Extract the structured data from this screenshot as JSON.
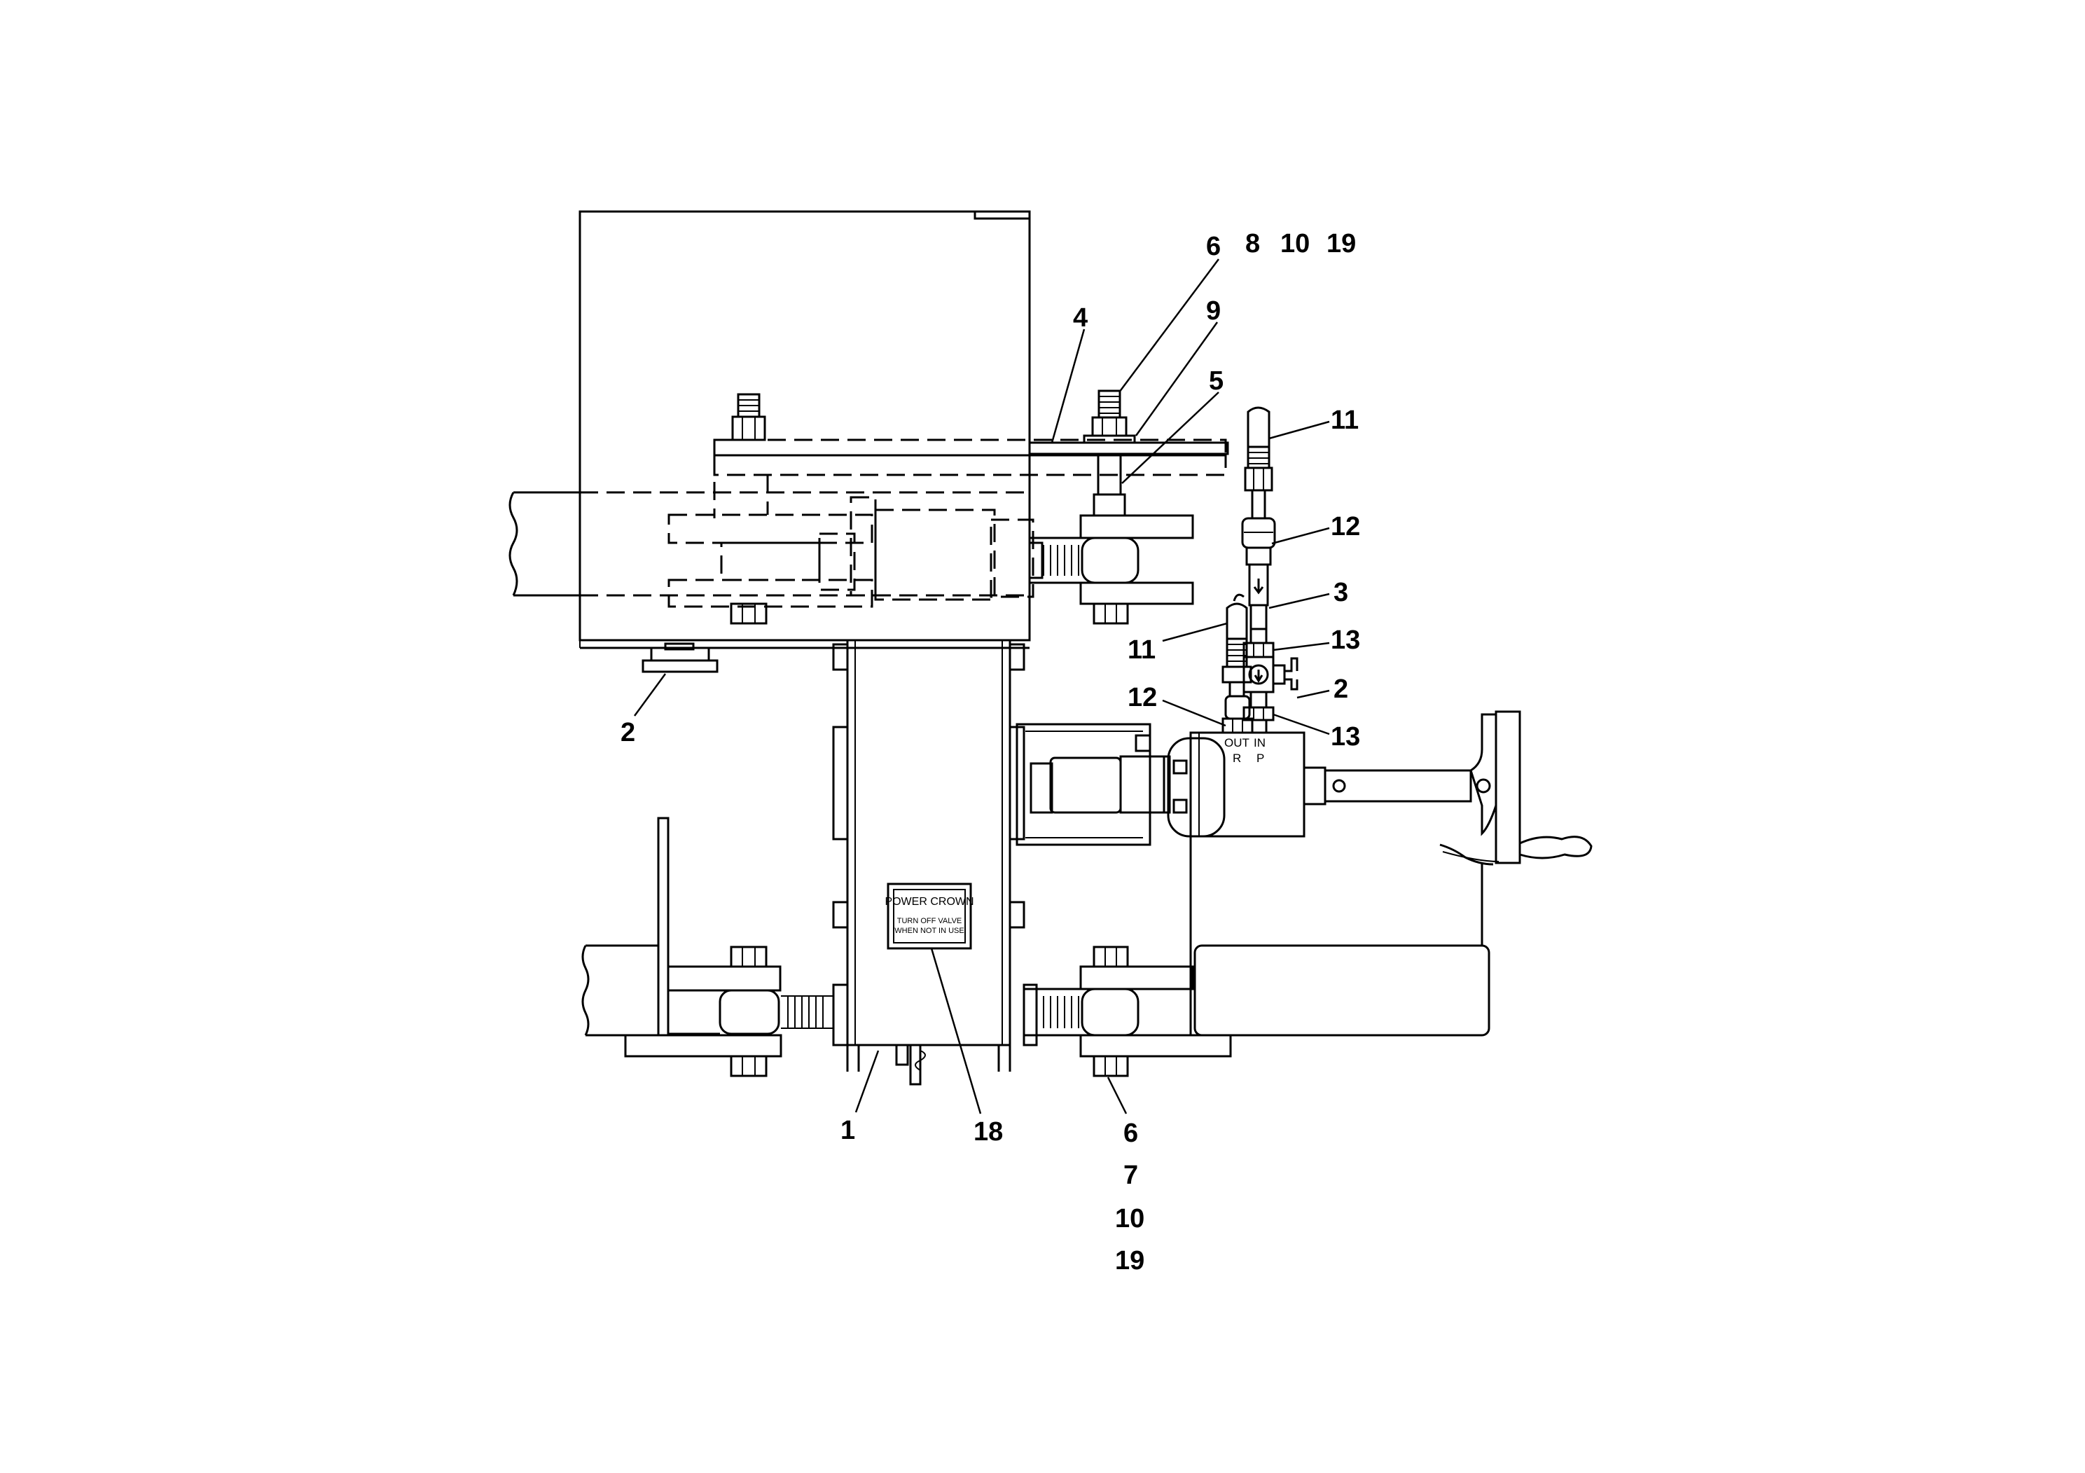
{
  "callouts": {
    "c6_top": "6",
    "c8_top": "8",
    "c10_top": "10",
    "c19_top": "19",
    "c4": "4",
    "c9": "9",
    "c5": "5",
    "c11_top": "11",
    "c12_top": "12",
    "c3": "3",
    "c11_mid": "11",
    "c13_mid": "13",
    "c2_right": "2",
    "c12_low": "12",
    "c13_low": "13",
    "c2_left": "2",
    "c1": "1",
    "c18": "18",
    "c6_bot": "6",
    "c7_bot": "7",
    "c10_bot": "10",
    "c19_bot": "19"
  },
  "decal": {
    "line1": "POWER CROWN",
    "line2": "TURN OFF VALVE",
    "line3": "WHEN NOT IN USE"
  },
  "ports": {
    "out": "OUT",
    "in": "IN",
    "r": "R",
    "p": "P"
  }
}
